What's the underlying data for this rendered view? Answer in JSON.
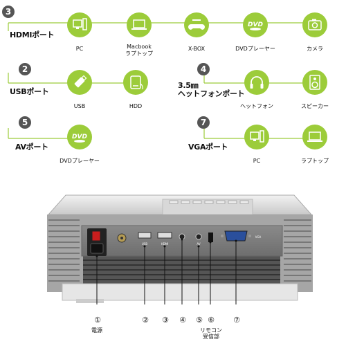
{
  "groups": [
    {
      "number": "3",
      "label": "HDMIポート",
      "items": [
        "PC",
        "Macbook\nラプトップ",
        "X-BOX",
        "DVDプレーヤー",
        "カメラ"
      ]
    },
    {
      "number": "2",
      "label": "USBポート",
      "items": [
        "USB",
        "HDD"
      ]
    },
    {
      "number": "4",
      "label": "3.5㎜\nヘットフォンポート",
      "items": [
        "ヘットフォン",
        "スピーカー"
      ]
    },
    {
      "number": "5",
      "label": "AVポート",
      "items": [
        "DVDプレーヤー"
      ]
    },
    {
      "number": "7",
      "label": "VGAポート",
      "items": [
        "PC",
        "ラプトップ"
      ]
    }
  ],
  "icon_texts": {
    "dvd": "DVD"
  },
  "projector_port_labels": {
    "usb": "USB",
    "hdmi": "HDMI",
    "av": "AV",
    "vga": "VGA"
  },
  "bottom_labels": [
    {
      "num": "①",
      "text": "電源"
    },
    {
      "num": "②",
      "text": ""
    },
    {
      "num": "③",
      "text": ""
    },
    {
      "num": "④",
      "text": ""
    },
    {
      "num": "⑤",
      "text": ""
    },
    {
      "num": "⑥",
      "text": "リモコン\n受信部"
    },
    {
      "num": "⑦",
      "text": ""
    }
  ],
  "colors": {
    "accent": "#9ccc3a",
    "badge": "#555555",
    "line": "#9ccc3a"
  }
}
